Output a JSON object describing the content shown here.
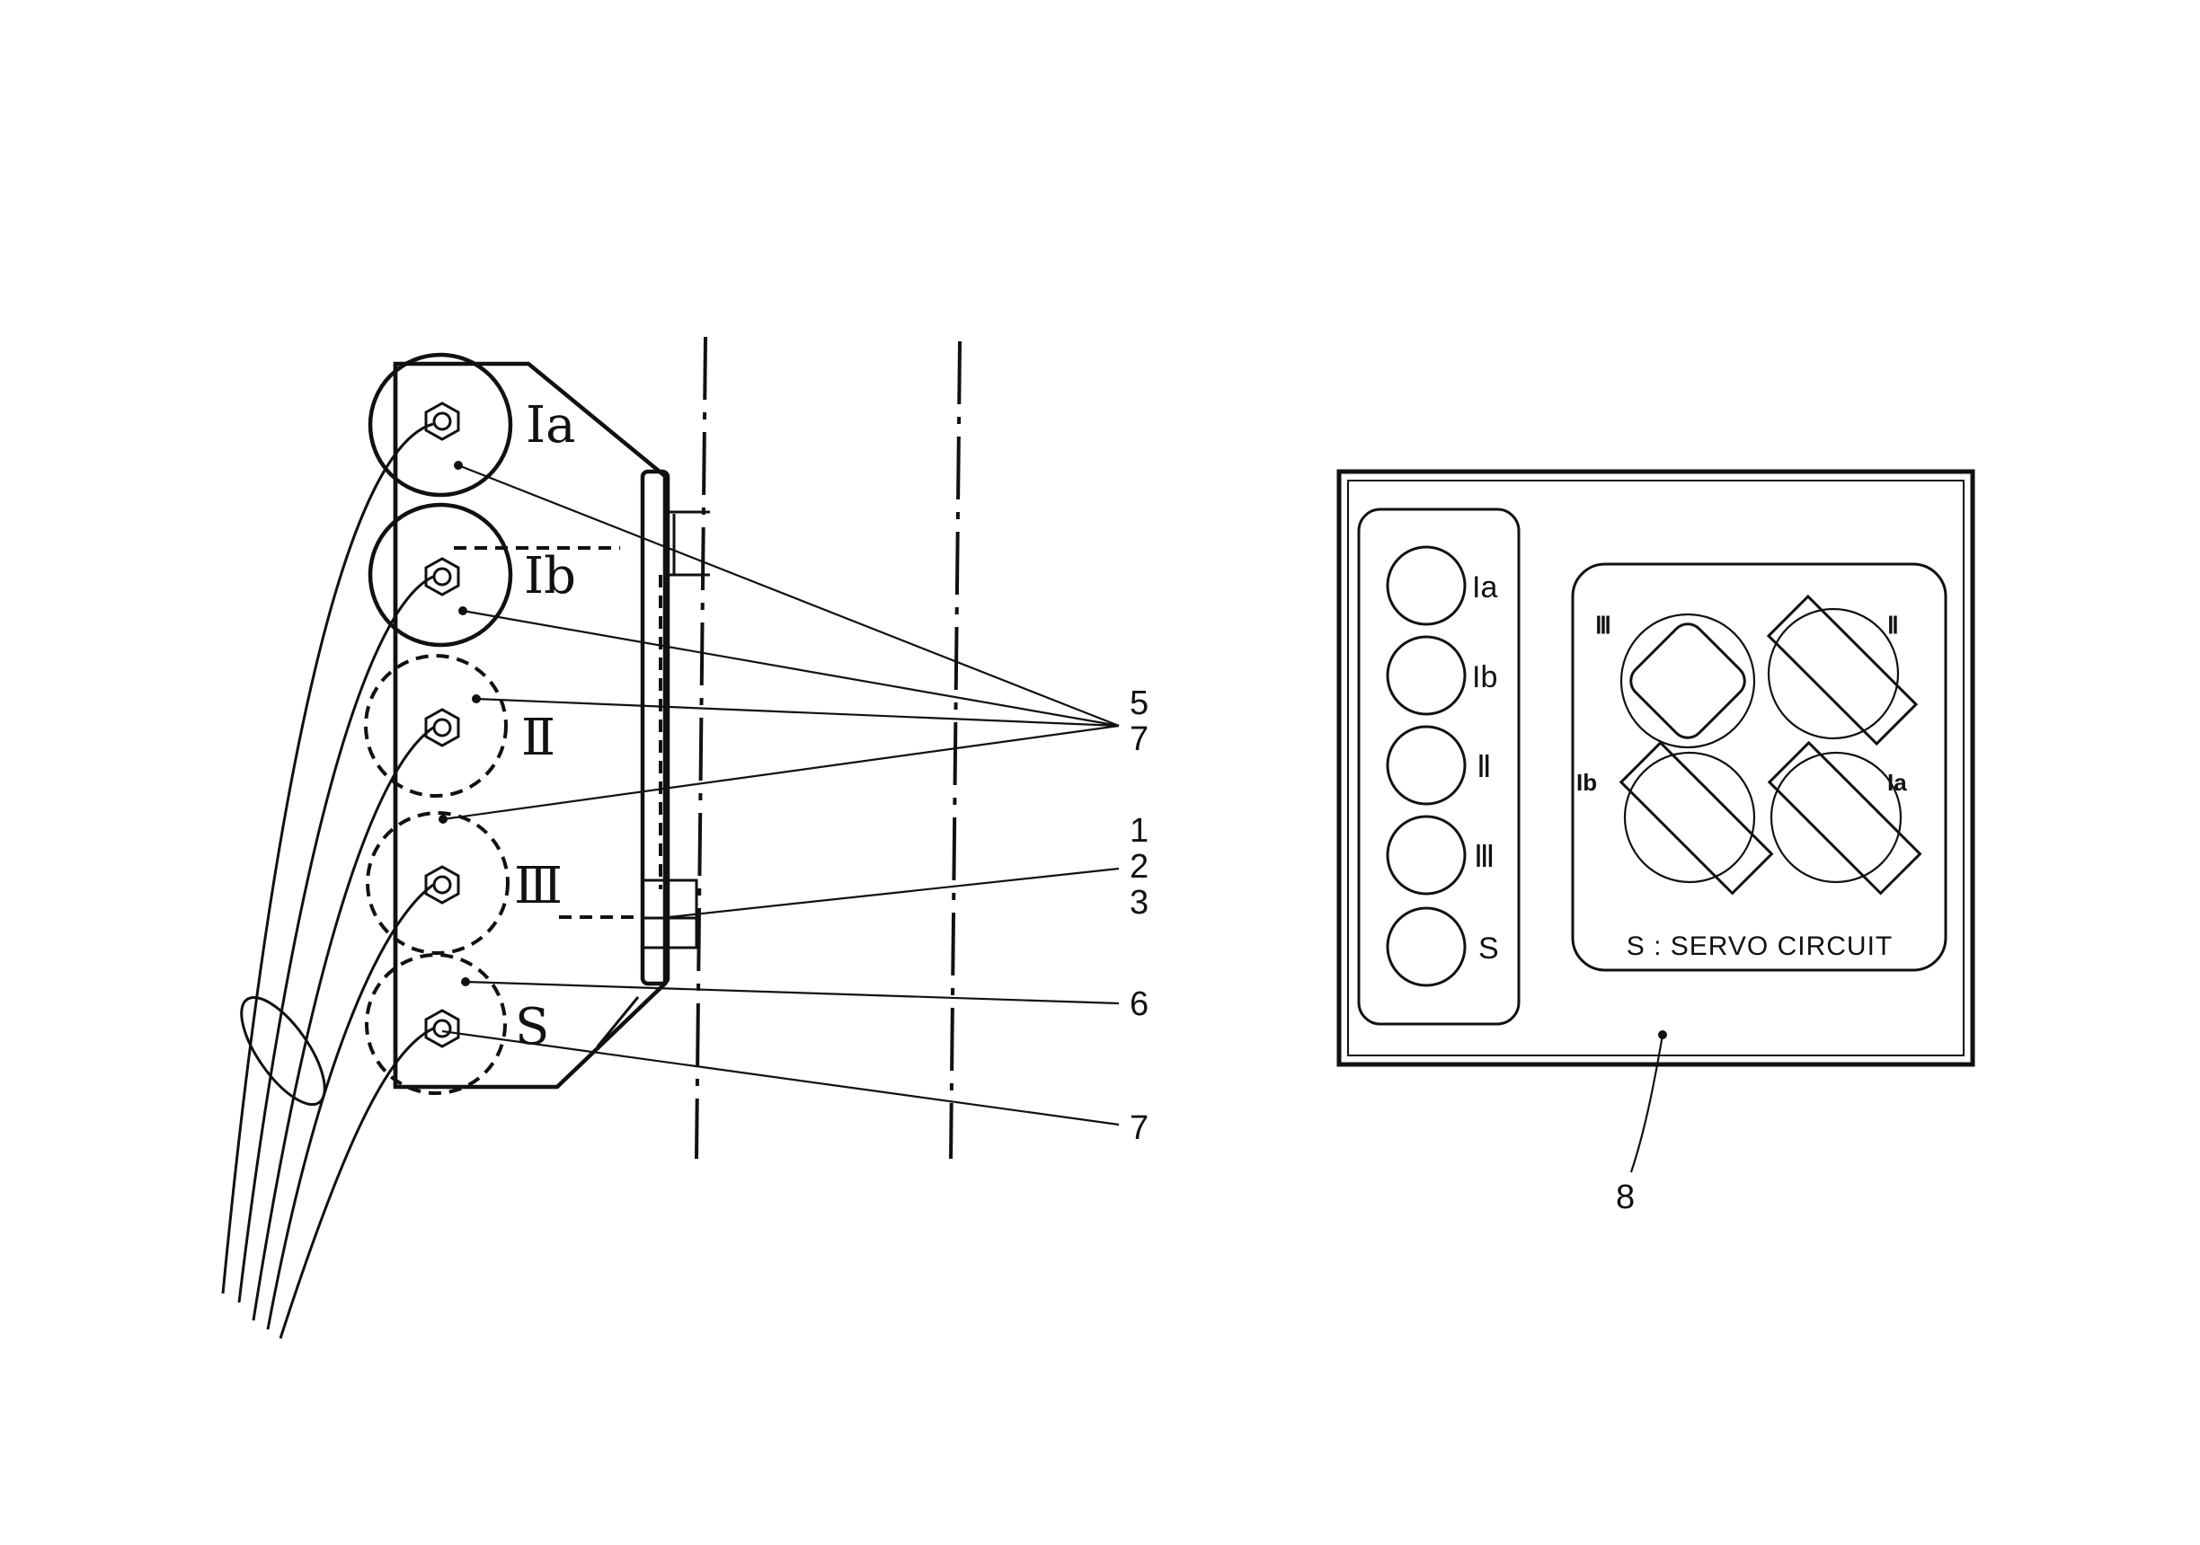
{
  "left_view": {
    "valves": [
      {
        "id": "Ia",
        "label": "Ia"
      },
      {
        "id": "Ib",
        "label": "Ib"
      },
      {
        "id": "II",
        "label": "Ⅱ"
      },
      {
        "id": "III",
        "label": "Ⅲ"
      },
      {
        "id": "S",
        "label": "S"
      }
    ],
    "callouts": {
      "c5": "5",
      "c7a": "7",
      "c1": "1",
      "c2": "2",
      "c3": "3",
      "c6": "6",
      "c7b": "7"
    }
  },
  "panel": {
    "column_labels": [
      "Ia",
      "Ib",
      "Ⅱ",
      "Ⅲ",
      "S"
    ],
    "lever_labels": {
      "iii": "Ⅲ",
      "ii": "Ⅱ",
      "ib": "Ib",
      "ia": "Ia"
    },
    "servo_caption": "S : SERVO CIRCUIT",
    "callout": "8"
  }
}
